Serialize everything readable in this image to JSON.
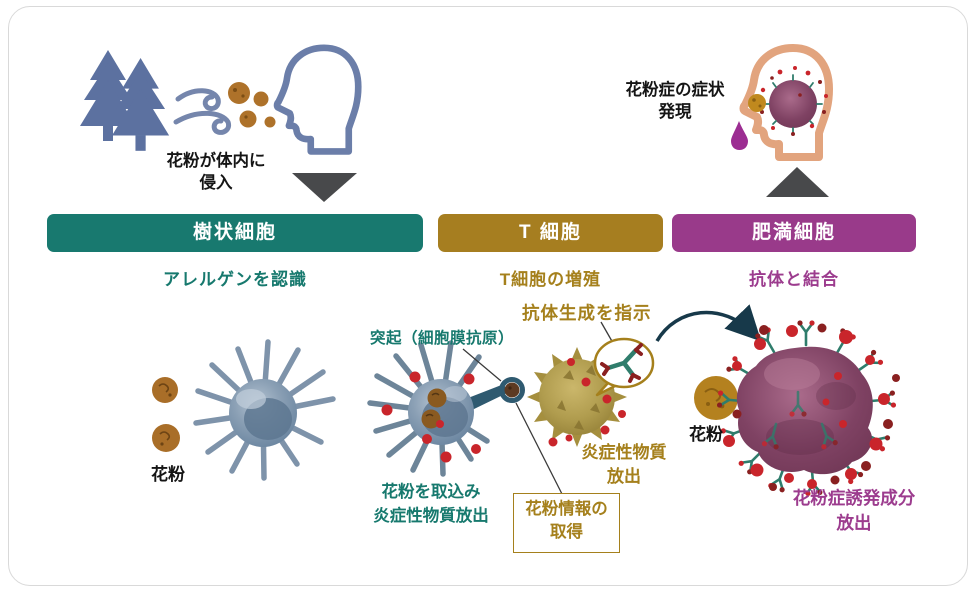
{
  "colors": {
    "teal": "#18796f",
    "gold": "#a67e20",
    "purple": "#993a8a",
    "teal_text": "#17796e",
    "gold_text": "#a5801c",
    "purple_text": "#9c3c8e",
    "red": "#c9252b",
    "dark_red": "#8a2020",
    "ink": "#151515",
    "slate": "#5c71a0",
    "slate_light": "#7586ac",
    "head_outline": "#6b7ea9",
    "salmon": "#e2a47e",
    "pollen": "#ae722a",
    "plum": "#8e4a74",
    "receptor_teal": "#2f7d6c",
    "arrow": "#17394a",
    "triangle": "#48494b",
    "card_border": "#d9d9d9"
  },
  "top_left": {
    "caption_line1": "花粉が体内に",
    "caption_line2": "侵入"
  },
  "top_right": {
    "caption_line1": "花粉症の症状",
    "caption_line2": "発現"
  },
  "stages": [
    {
      "title": "樹状細胞",
      "subtitle": "アレルゲンを認識"
    },
    {
      "title": "T 細胞",
      "subtitle": "T細胞の増殖"
    },
    {
      "title": "肥満細胞",
      "subtitle": "抗体と結合"
    }
  ],
  "labels": {
    "pollen_left": "花粉",
    "projection": "突起（細胞膜抗原）",
    "antibody_order": "抗体生成を指示",
    "inflam_line1": "炎症性物質",
    "inflam_line2": "放出",
    "uptake_line1": "花粉を取込み",
    "uptake_line2": "炎症性物質放出",
    "infobox_line1": "花粉情報の",
    "infobox_line2": "取得",
    "pollen_right": "花粉",
    "release_line1": "花粉症誘発成分",
    "release_line2": "放出"
  }
}
